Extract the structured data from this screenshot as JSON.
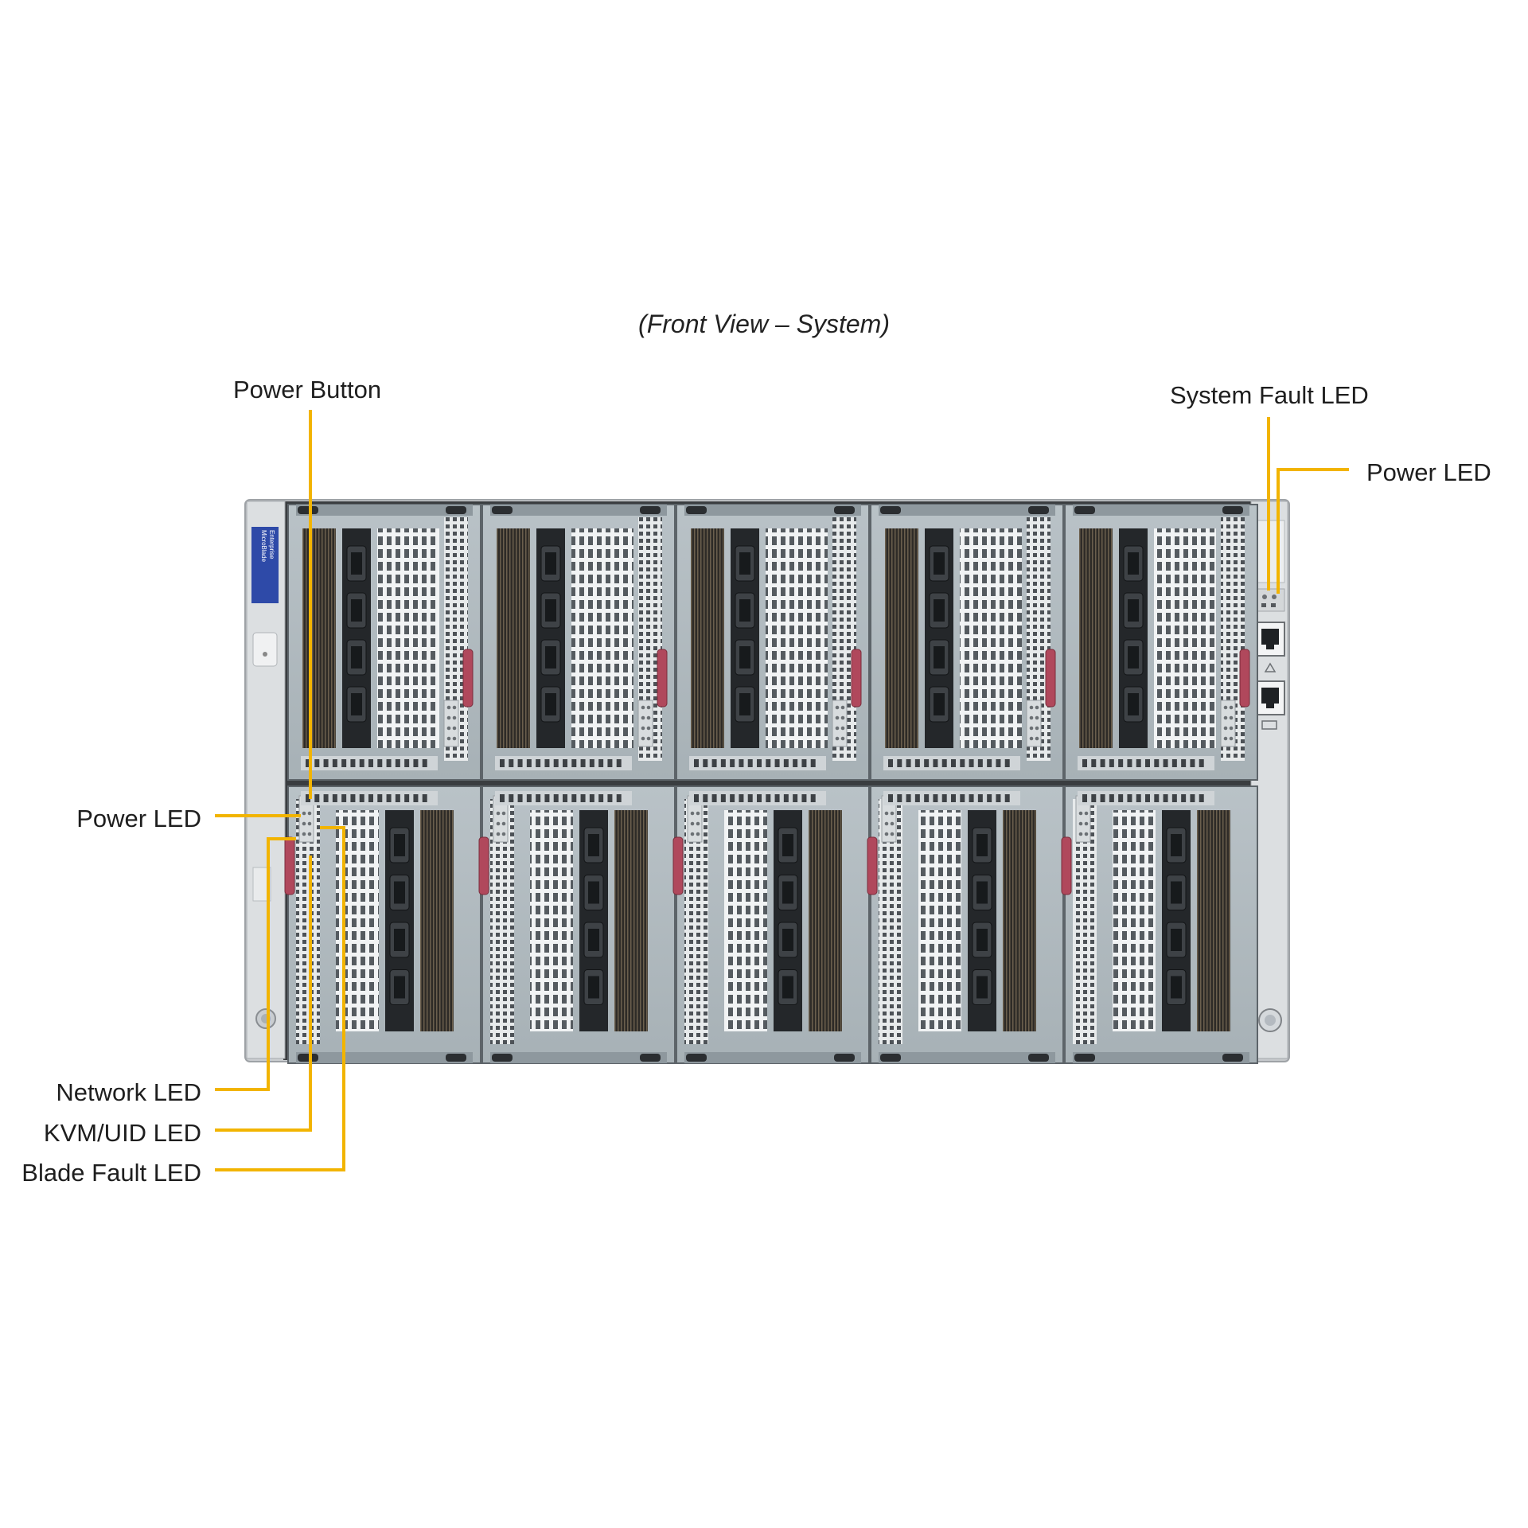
{
  "caption": "(Front View – System)",
  "callout_color": "#f2b400",
  "labels": {
    "power_button": "Power Button",
    "system_fault_led": "System Fault LED",
    "power_led_right": "Power LED",
    "power_led_left": "Power LED",
    "network_led": "Network LED",
    "kvm_uid_led": "KVM/UID LED",
    "blade_fault_led": "Blade Fault LED"
  },
  "chassis": {
    "badge_text": [
      "MicroBlade",
      "Enterprise"
    ],
    "top_row_blades": 5,
    "bottom_row_blades": 5
  }
}
